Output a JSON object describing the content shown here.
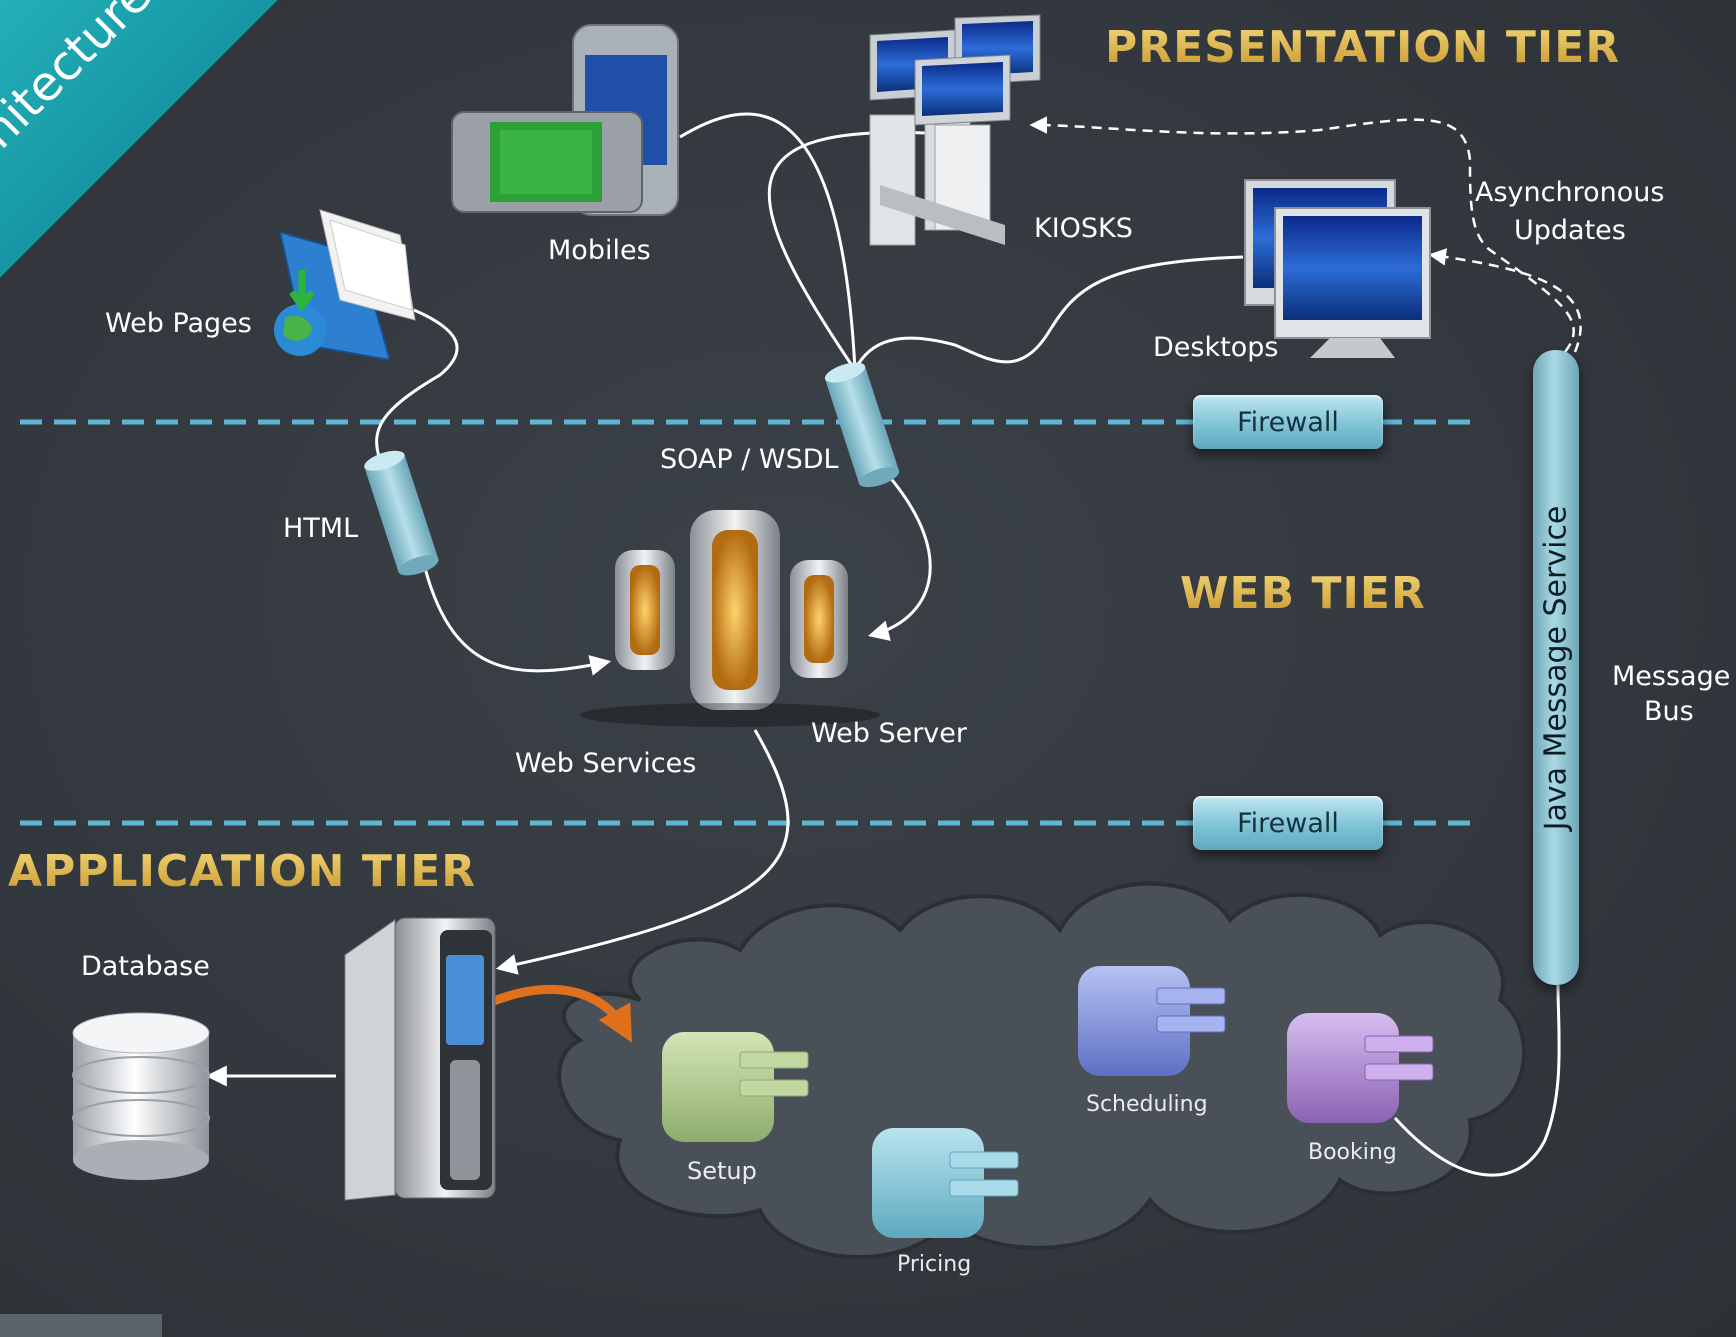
{
  "banner": {
    "text": "hitecture"
  },
  "tiers": {
    "presentation": "PRESENTATION TIER",
    "web": "WEB TIER",
    "application": "APPLICATION TIER"
  },
  "nodes": {
    "mobiles": "Mobiles",
    "kiosks": "KIOSKS",
    "desktops": "Desktops",
    "web_pages": "Web Pages",
    "async_line1": "Asynchronous",
    "async_line2": "Updates",
    "soap": "SOAP / WSDL",
    "html": "HTML",
    "web_services": "Web Services",
    "web_server": "Web Server",
    "database": "Database",
    "message_line1": "Message",
    "message_line2": "Bus",
    "jms": "Java Message Service"
  },
  "firewalls": [
    "Firewall",
    "Firewall"
  ],
  "services": {
    "setup": "Setup",
    "pricing": "Pricing",
    "scheduling": "Scheduling",
    "booking": "Booking"
  },
  "colors": {
    "background": "#34393f",
    "tier_gold": "#d9b24a",
    "divider": "#5fb6d4",
    "firewall": "#8fcbdc",
    "cloud": "#4a5058",
    "setup_block": "#a9c48a",
    "pricing_block": "#7ec3d6",
    "scheduling_block": "#7f90d8",
    "booking_block": "#a683c8",
    "arrow_orange": "#e0701c"
  }
}
